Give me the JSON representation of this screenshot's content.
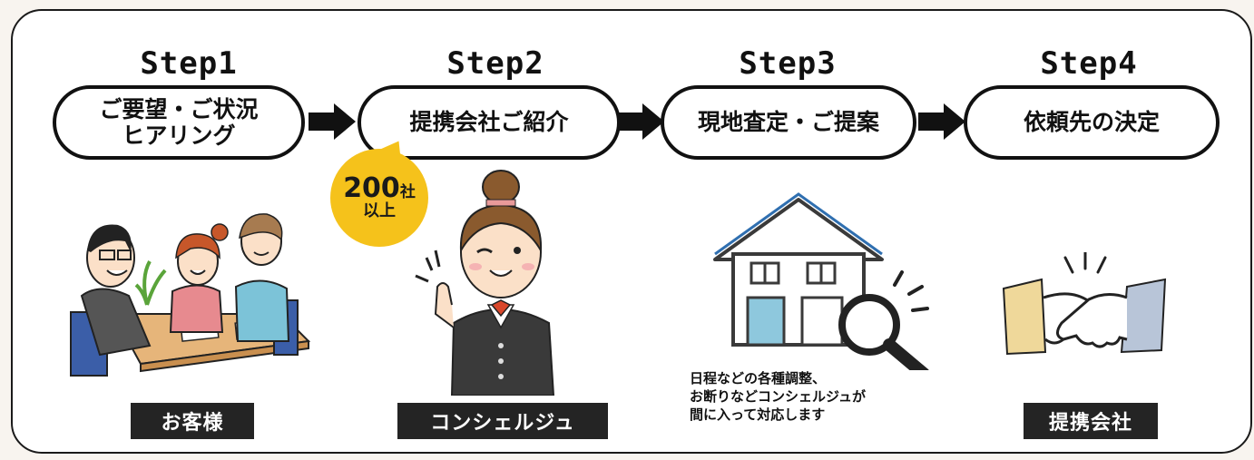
{
  "steps": [
    {
      "title": "Step1",
      "pill_line1": "ご要望・ご状況",
      "pill_line2": "ヒアリング",
      "label": "お客様"
    },
    {
      "title": "Step2",
      "pill_line1": "提携会社ご紹介",
      "label": "コンシェルジュ"
    },
    {
      "title": "Step3",
      "pill_line1": "現地査定・ご提案"
    },
    {
      "title": "Step4",
      "pill_line1": "依頼先の決定",
      "label": "提携会社"
    }
  ],
  "badge": {
    "number": "200",
    "unit": "社",
    "sub": "以上"
  },
  "note": {
    "line1": "日程などの各種調整、",
    "line2": "お断りなどコンシェルジュが",
    "line3": "間に入って対応します"
  },
  "colors": {
    "badge": "#f5c21b",
    "label_bg": "#242424",
    "frame": "#1a1a1a"
  },
  "icons": [
    "arrow-right-icon",
    "people-meeting-illustration",
    "concierge-illustration",
    "house-illustration",
    "magnifier-icon",
    "handshake-illustration"
  ]
}
